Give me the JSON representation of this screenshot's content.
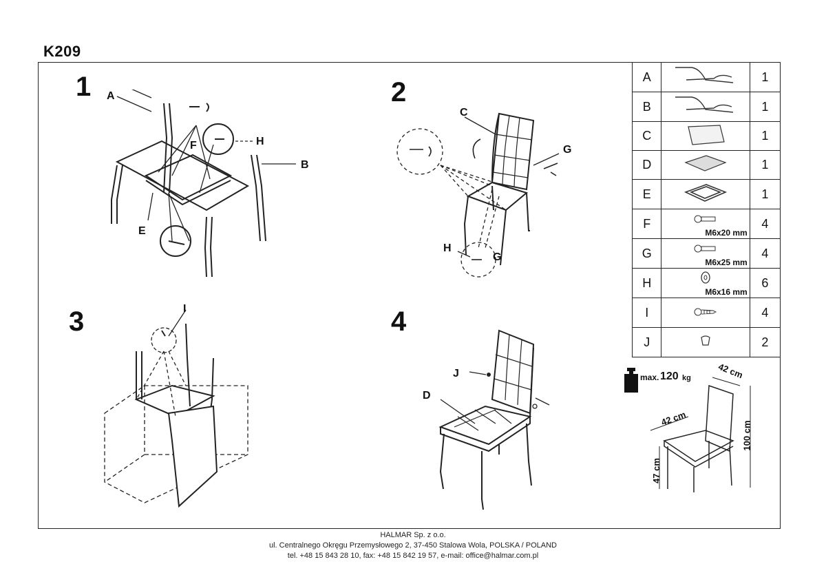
{
  "model": "K209",
  "steps": [
    "1",
    "2",
    "3",
    "4"
  ],
  "labels": {
    "A": "A",
    "B": "B",
    "C": "C",
    "D": "D",
    "E": "E",
    "F": "F",
    "G": "G",
    "H": "H",
    "I": "I",
    "J": "J"
  },
  "parts": [
    {
      "code": "A",
      "icon": "rear-frame-icon",
      "size": "",
      "qty": "1"
    },
    {
      "code": "B",
      "icon": "front-frame-icon",
      "size": "",
      "qty": "1"
    },
    {
      "code": "C",
      "icon": "backrest-icon",
      "size": "",
      "qty": "1"
    },
    {
      "code": "D",
      "icon": "seat-cushion-icon",
      "size": "",
      "qty": "1"
    },
    {
      "code": "E",
      "icon": "seat-frame-icon",
      "size": "",
      "qty": "1"
    },
    {
      "code": "F",
      "icon": "bolt-icon",
      "size": "M6x20 mm",
      "qty": "4"
    },
    {
      "code": "G",
      "icon": "bolt-icon",
      "size": "M6x25 mm",
      "qty": "4"
    },
    {
      "code": "H",
      "icon": "washer-icon",
      "size": "M6x16 mm",
      "qty": "6"
    },
    {
      "code": "I",
      "icon": "screw-icon",
      "size": "",
      "qty": "4"
    },
    {
      "code": "J",
      "icon": "cap-icon",
      "size": "",
      "qty": "2"
    }
  ],
  "load": {
    "prefix": "max.",
    "value": "120",
    "unit": "kg"
  },
  "dimensions": {
    "depth": "42 cm",
    "width": "42 cm",
    "height": "100 cm",
    "seat_height": "47 cm"
  },
  "footer": {
    "company": "HALMAR Sp. z o.o.",
    "address": "ul. Centralnego Okręgu Przemysłowego 2, 37-450 Stalowa Wola, POLSKA / POLAND",
    "contact": "tel. +48 15 843 28 10, fax: +48 15 842 19 57, e-mail: office@halmar.com.pl"
  }
}
